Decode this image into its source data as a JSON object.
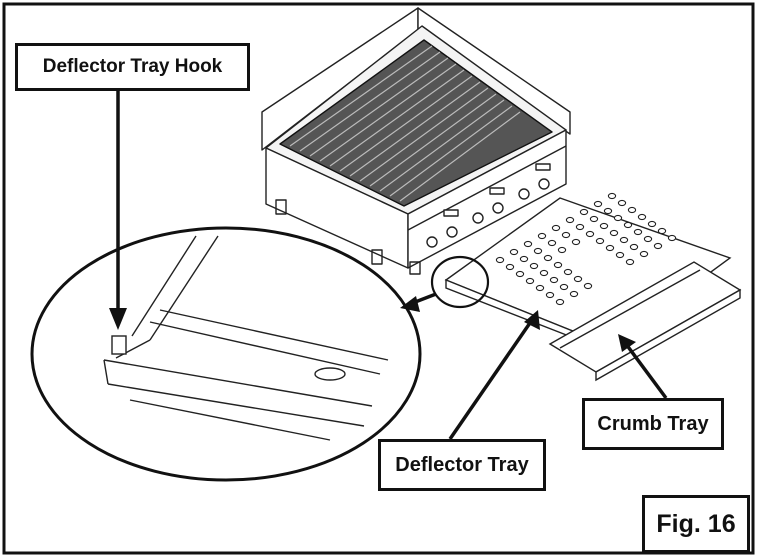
{
  "labels": {
    "hook": "Deflector Tray Hook",
    "crumb": "Crumb Tray",
    "deflector": "Deflector Tray",
    "figure": "Fig. 16"
  },
  "colors": {
    "ink": "#111111",
    "paper": "#ffffff"
  }
}
